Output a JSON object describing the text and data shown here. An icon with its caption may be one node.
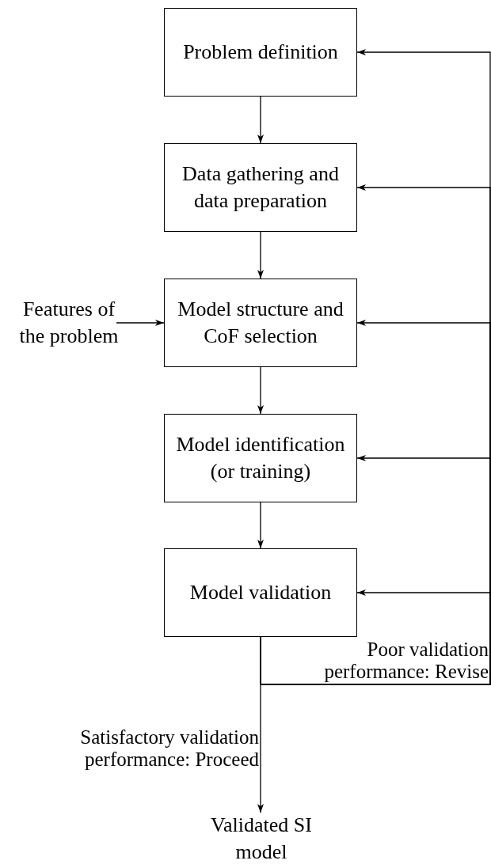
{
  "diagram": {
    "nodes": [
      {
        "text": [
          "Problem definition"
        ]
      },
      {
        "text": [
          "Data gathering and data preparation"
        ]
      },
      {
        "text": [
          "Model structure and CoF selection"
        ]
      },
      {
        "text": [
          "Model identification (or training)"
        ]
      },
      {
        "text": [
          "Model validation"
        ]
      },
      {
        "text": [
          "Features of the problem"
        ]
      },
      {
        "text": [
          "Validated SI model"
        ]
      }
    ],
    "edges": [
      {
        "from": 0,
        "to": 1,
        "arrow": "to"
      },
      {
        "from": 1,
        "to": 2,
        "arrow": "to"
      },
      {
        "from": 2,
        "to": 3,
        "arrow": "to"
      },
      {
        "from": 3,
        "to": 4,
        "arrow": "to"
      },
      {
        "from": 5,
        "to": 2,
        "arrow": "to"
      },
      {
        "from": 4,
        "to": 6,
        "arrow": "to",
        "label": "Satisfactory validation performance: Proceed"
      },
      {
        "from": 4,
        "to": 0,
        "arrow": "to",
        "label": "Poor validation performance: Revise"
      },
      {
        "from": 4,
        "to": 1,
        "arrow": "to"
      },
      {
        "from": 4,
        "to": 2,
        "arrow": "to"
      },
      {
        "from": 4,
        "to": 3,
        "arrow": "to"
      },
      {
        "from": 4,
        "to": 4,
        "arrow": "to"
      }
    ]
  }
}
